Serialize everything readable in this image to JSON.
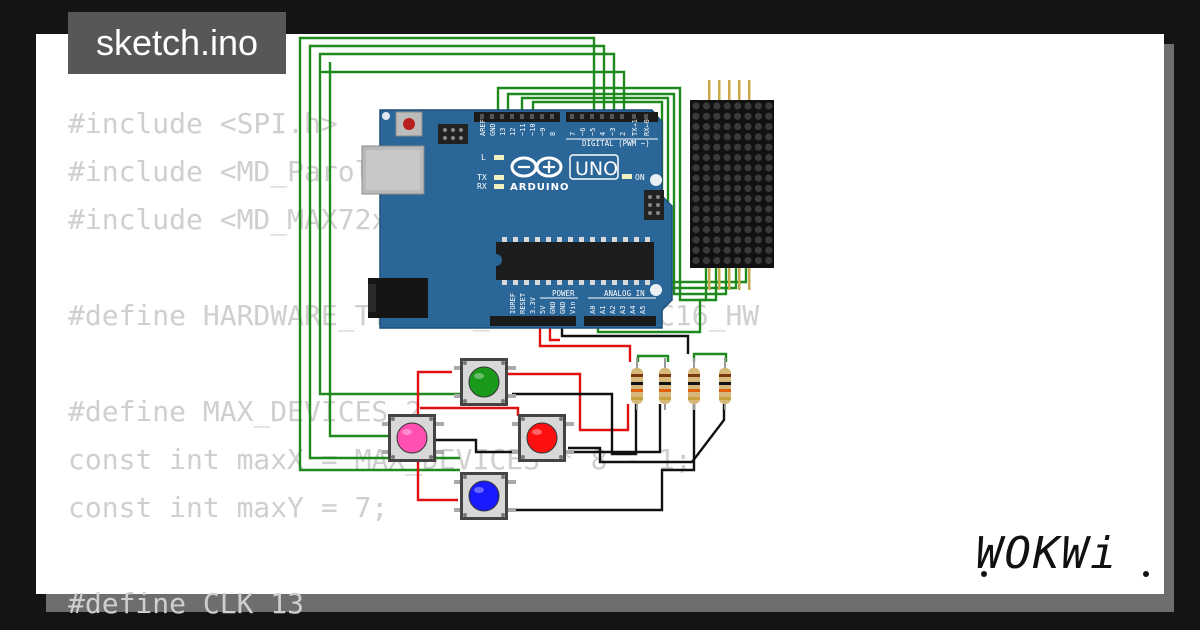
{
  "editor": {
    "filename": "sketch.ino",
    "code_lines": [
      "#include <SPI.h>",
      "#include <MD_Parola.h>",
      "#include <MD_MAX72xx.h>",
      "",
      "#define HARDWARE_TYPE MD_MAX72XX::FC16_HW",
      "",
      "#define MAX_DEVICES 2",
      "const int maxX = MAX_DEVICES * 8 - 1;",
      "const int maxY = 7;",
      "",
      "#define CLK 13"
    ]
  },
  "brand": {
    "logo_text": "WOKWi"
  },
  "arduino": {
    "brand": "ARDUINO",
    "model": "UNO",
    "digital_header": "DIGITAL (PWM ~)",
    "power_header": "POWER",
    "analog_header": "ANALOG IN",
    "led_l": "L",
    "led_tx": "TX",
    "led_rx": "RX",
    "led_on": "ON",
    "board_color": "#2b6698",
    "digital_pins": [
      "AREF",
      "GND",
      "13",
      "12",
      "~11",
      "~10",
      "~9",
      "8",
      "7",
      "~6",
      "~5",
      "4",
      "~3",
      "2",
      "TX→1",
      "RX←0"
    ],
    "power_pins": [
      "IOREF",
      "RESET",
      "3.3V",
      "5V",
      "GND",
      "GND",
      "Vin"
    ],
    "analog_pins": [
      "A0",
      "A1",
      "A2",
      "A3",
      "A4",
      "A5"
    ]
  },
  "buttons": [
    {
      "color_name": "green",
      "color": "#1a9a1a"
    },
    {
      "color_name": "pink",
      "color": "#ff4fb0"
    },
    {
      "color_name": "red",
      "color": "#ff1010"
    },
    {
      "color_name": "blue",
      "color": "#1a1aff"
    }
  ],
  "resistor_count": 4,
  "colors": {
    "wire_green": "#1e8a1e",
    "wire_red": "#e01010",
    "wire_black": "#111111"
  }
}
